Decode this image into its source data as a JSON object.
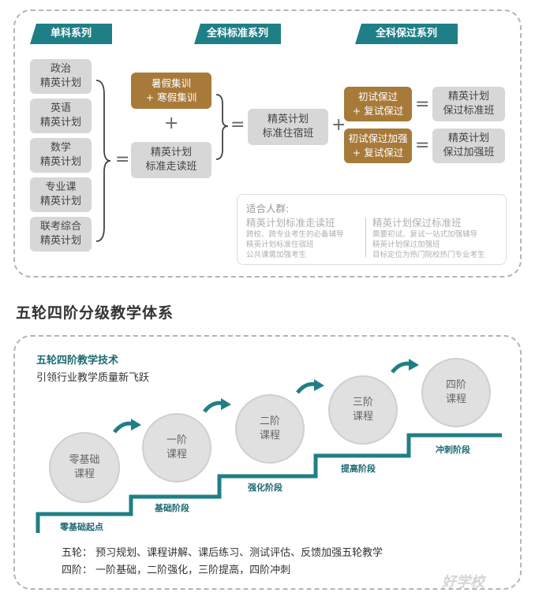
{
  "headers": {
    "single": "单科系列",
    "standard": "全科标准系列",
    "pass": "全科保过系列"
  },
  "subjects": [
    {
      "l1": "政治",
      "l2": "精英计划"
    },
    {
      "l1": "英语",
      "l2": "精英计划"
    },
    {
      "l1": "数学",
      "l2": "精英计划"
    },
    {
      "l1": "专业课",
      "l2": "精英计划"
    },
    {
      "l1": "联考综合",
      "l2": "精英计划"
    }
  ],
  "camp": {
    "l1": "暑假集训",
    "l2": "+ 寒假集训"
  },
  "commute": {
    "l1": "精英计划",
    "l2": "标准走读班"
  },
  "boarding": {
    "l1": "精英计划",
    "l2": "标准住宿班"
  },
  "guarantee1": {
    "l1": "初试保过",
    "l2": "+ 复试保过"
  },
  "guarantee2": {
    "l1": "初试保过加强",
    "l2": "+ 复试保过"
  },
  "result1": {
    "l1": "精英计划",
    "l2": "保过标准班"
  },
  "result2": {
    "l1": "精英计划",
    "l2": "保过加强班"
  },
  "symbols": {
    "plus": "+",
    "equals": "="
  },
  "audience": {
    "title": "适合人群:",
    "left_title": "精英计划标准走读班",
    "left_lines": [
      "跨校、跨专业考生的必备辅导",
      "精英计划标准住宿班",
      "公共课需加强考生"
    ],
    "right_title": "精英计划保过标准班",
    "right_lines": [
      "需要初试、复试一站式加强辅导",
      "精英计划保过加强班",
      "目标定位为热门院校热门专业考生"
    ]
  },
  "section_title": "五轮四阶分级教学体系",
  "tech": {
    "title": "五轮四阶教学技术",
    "subtitle": "引领行业教学质量新飞跃"
  },
  "circles": [
    {
      "l1": "零基础",
      "l2": "课程"
    },
    {
      "l1": "一阶",
      "l2": "课程"
    },
    {
      "l1": "二阶",
      "l2": "课程"
    },
    {
      "l1": "三阶",
      "l2": "课程"
    },
    {
      "l1": "四阶",
      "l2": "课程"
    }
  ],
  "stages": [
    "零基础起点",
    "基础阶段",
    "强化阶段",
    "提高阶段",
    "冲刺阶段"
  ],
  "footer": {
    "line1": "五轮：  预习规划、课程讲解、课后练习、测试评估、反馈加强五轮教学",
    "line2": "四阶：  一阶基础，二阶强化，三阶提高，四阶冲刺"
  },
  "watermark": "好学校",
  "colors": {
    "teal": "#1f7f86",
    "brown": "#a87a3a",
    "gray_box": "#d7d7d7"
  }
}
